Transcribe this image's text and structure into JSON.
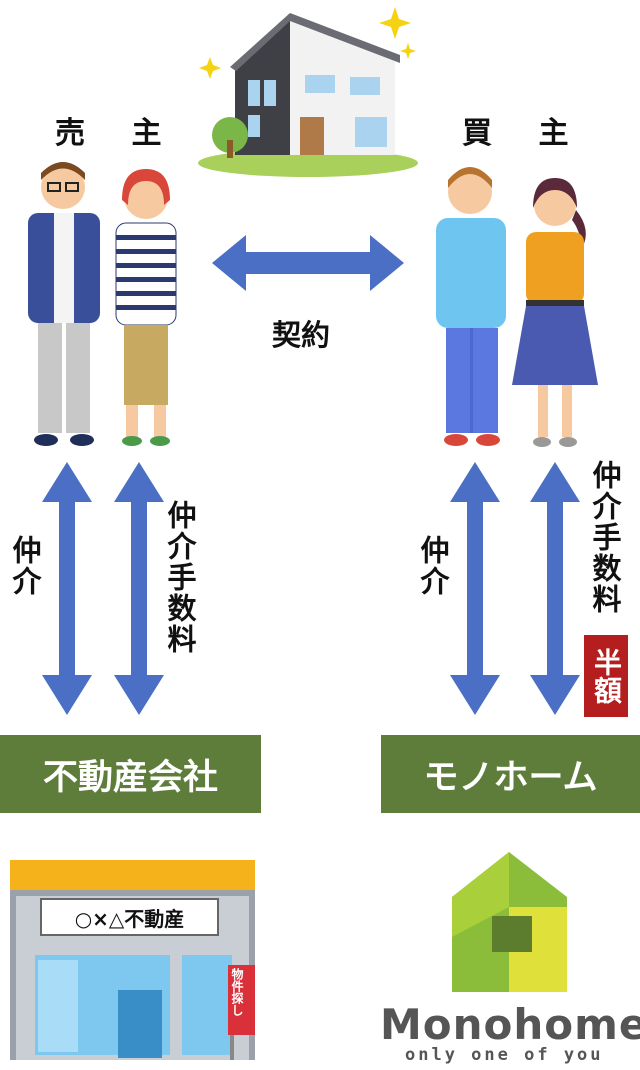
{
  "seller": {
    "label": "売 主"
  },
  "buyer": {
    "label": "買 主"
  },
  "contract": {
    "label": "契約"
  },
  "left": {
    "brokerage": "仲介",
    "fee": "仲介手数料",
    "company_box": "不動産会社",
    "shop_sign": "○×△不動産",
    "banner": "物件探し"
  },
  "right": {
    "brokerage": "仲介",
    "fee": "仲介手数料",
    "half_badge": "半額",
    "company_box": "モノホーム",
    "logo_name": "Monohome",
    "logo_tagline": "only one of you"
  },
  "colors": {
    "arrow": "#4a6fc4",
    "box_green": "#5e7d3b",
    "badge_red": "#b41e1e"
  }
}
